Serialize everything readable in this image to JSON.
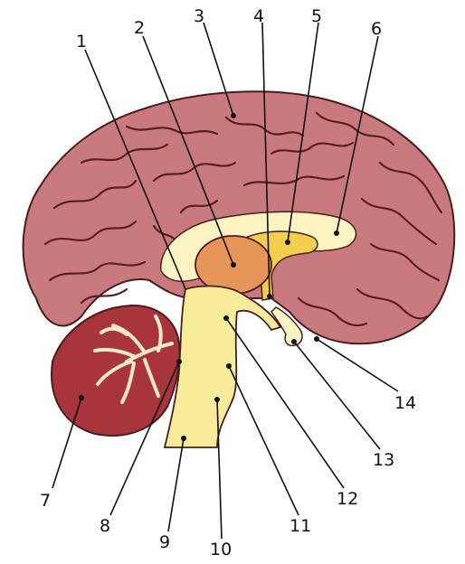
{
  "colors": {
    "cortex": "#c87a7e",
    "cortex_dark": "#7a2a2e",
    "cerebellum": "#a8353c",
    "cerebellum_white": "#f3e8c8",
    "brainstem": "#f7ec9a",
    "ventricle": "#fbf3c2",
    "thalamus": "#e8955a",
    "fornix": "#f2cf4c",
    "outline": "#4a1c1e"
  },
  "labels": [
    {
      "id": "1",
      "text": "1"
    },
    {
      "id": "2",
      "text": "2"
    },
    {
      "id": "3",
      "text": "3"
    },
    {
      "id": "4",
      "text": "4"
    },
    {
      "id": "5",
      "text": "5"
    },
    {
      "id": "6",
      "text": "6"
    },
    {
      "id": "7",
      "text": "7"
    },
    {
      "id": "8",
      "text": "8"
    },
    {
      "id": "9",
      "text": "9"
    },
    {
      "id": "10",
      "text": "10"
    },
    {
      "id": "11",
      "text": "11"
    },
    {
      "id": "12",
      "text": "12"
    },
    {
      "id": "13",
      "text": "13"
    },
    {
      "id": "14",
      "text": "14"
    }
  ]
}
